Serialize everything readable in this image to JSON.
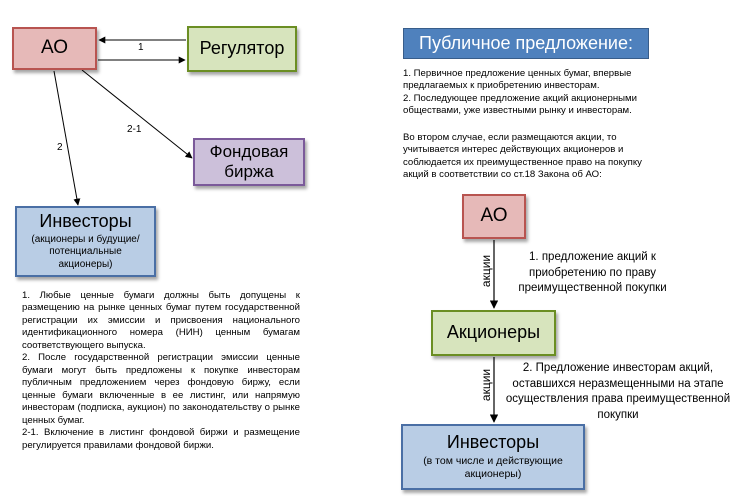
{
  "left_diagram": {
    "ao": "АО",
    "regulator": "Регулятор",
    "exchange_line1": "Фондовая",
    "exchange_line2": "биржа",
    "investors_title": "Инвесторы",
    "investors_sub_line1": "(акционеры и будущие/",
    "investors_sub_line2": "потенциальные",
    "investors_sub_line3": "акционеры)",
    "edge_labels": {
      "ao_regulator": "1",
      "ao_exchange": "2-1",
      "ao_investors": "2"
    },
    "notes": [
      "1. Любые ценные бумаги должны быть допущены к размещению на рынке ценных бумаг путем государственной регистрации их эмиссии и присвоения национального идентификационного номера (НИН) ценным бумагам соответствующего выпуска.",
      "2. После государственной регистрации эмиссии ценные бумаги могут быть предложены к покупке инвесторам публичным предложением через фондовую биржу, если ценные бумаги включенные в ее листинг, или напрямую инвесторам (подписка, аукцион) по законодательству о рынке ценных бумаг.",
      "2-1. Включение в листинг фондовой биржи и размещение регулируется правилами фондовой биржи."
    ]
  },
  "right_diagram": {
    "title": "Публичное предложение:",
    "intro": [
      "1. Первичное предложение ценных бумаг, впервые предлагаемых к приобретению инвесторам.",
      "2. Последующее предложение акций акционерными обществами, уже известными рынку и инвесторам."
    ],
    "note": "Во втором случае, если размещаются акции, то учитывается интерес действующих акционеров и соблюдается их преимущественное право на покупку акций в соответствии со ст.18 Закона об АО:",
    "ao": "АО",
    "shareholders": "Акционеры",
    "investors_title": "Инвесторы",
    "investors_sub_line1": "(в том числе и действующие",
    "investors_sub_line2": "акционеры)",
    "arrow_label": "акции",
    "step1": "1. предложение акций к приобретению по праву преимущественной покупки",
    "step2": "2. Предложение инвесторам акций, оставшихся неразмещенными на этапе осуществления права преимущественной покупки"
  },
  "colors": {
    "ao_fill": "#e6b9b8",
    "regulator_fill": "#d7e4bd",
    "exchange_fill": "#ccc0da",
    "investors_fill": "#b9cde5",
    "title_fill": "#4f81bd"
  }
}
